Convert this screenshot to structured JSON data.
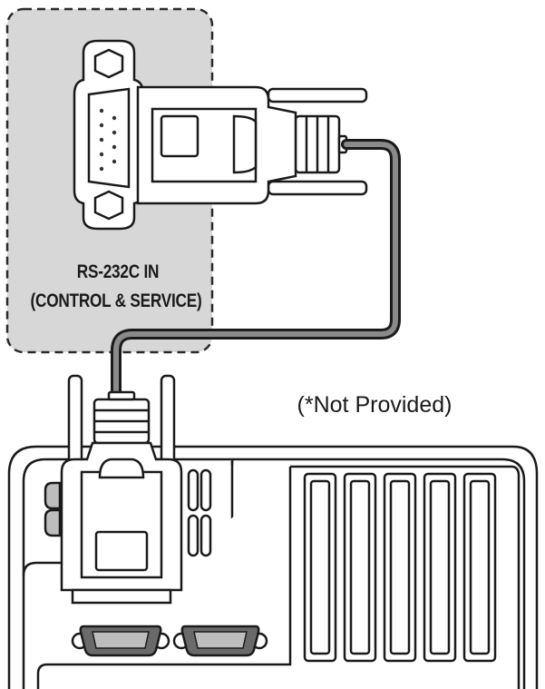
{
  "port_label": {
    "line1": "RS-232C IN",
    "line2": "(CONTROL & SERVICE)"
  },
  "note": "(*Not Provided)",
  "colors": {
    "panel_fill": "#d7d7d7",
    "panel_border": "#2a2a2a",
    "line": "#1a1a1a",
    "cable": "#8a8a8a",
    "background": "#ffffff"
  }
}
